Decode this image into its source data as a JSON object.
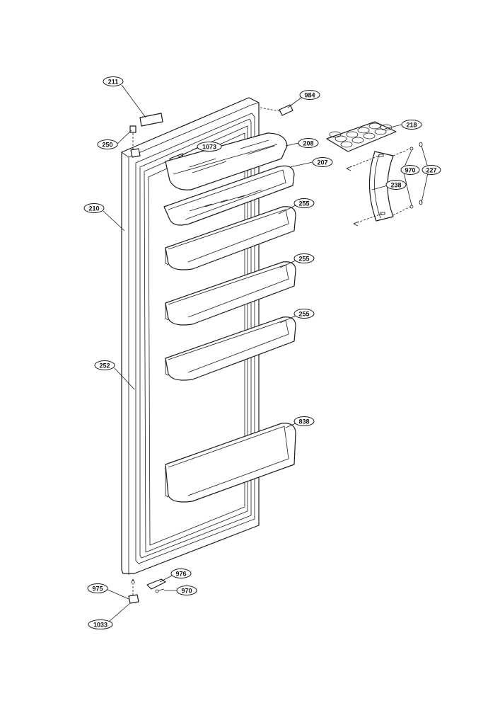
{
  "callouts": {
    "c211": "211",
    "c984": "984",
    "c250": "250",
    "c1073": "1073",
    "c208": "208",
    "c207": "207",
    "c218": "218",
    "c970a": "970",
    "c227": "227",
    "c238": "238",
    "c210": "210",
    "c255a": "255",
    "c255b": "255",
    "c255c": "255",
    "c252": "252",
    "c838": "838",
    "c976": "976",
    "c975": "975",
    "c970b": "970",
    "c1033": "1033"
  },
  "colors": {
    "line": "#1a1a1a",
    "background": "#ffffff",
    "shade": "#efefef"
  }
}
